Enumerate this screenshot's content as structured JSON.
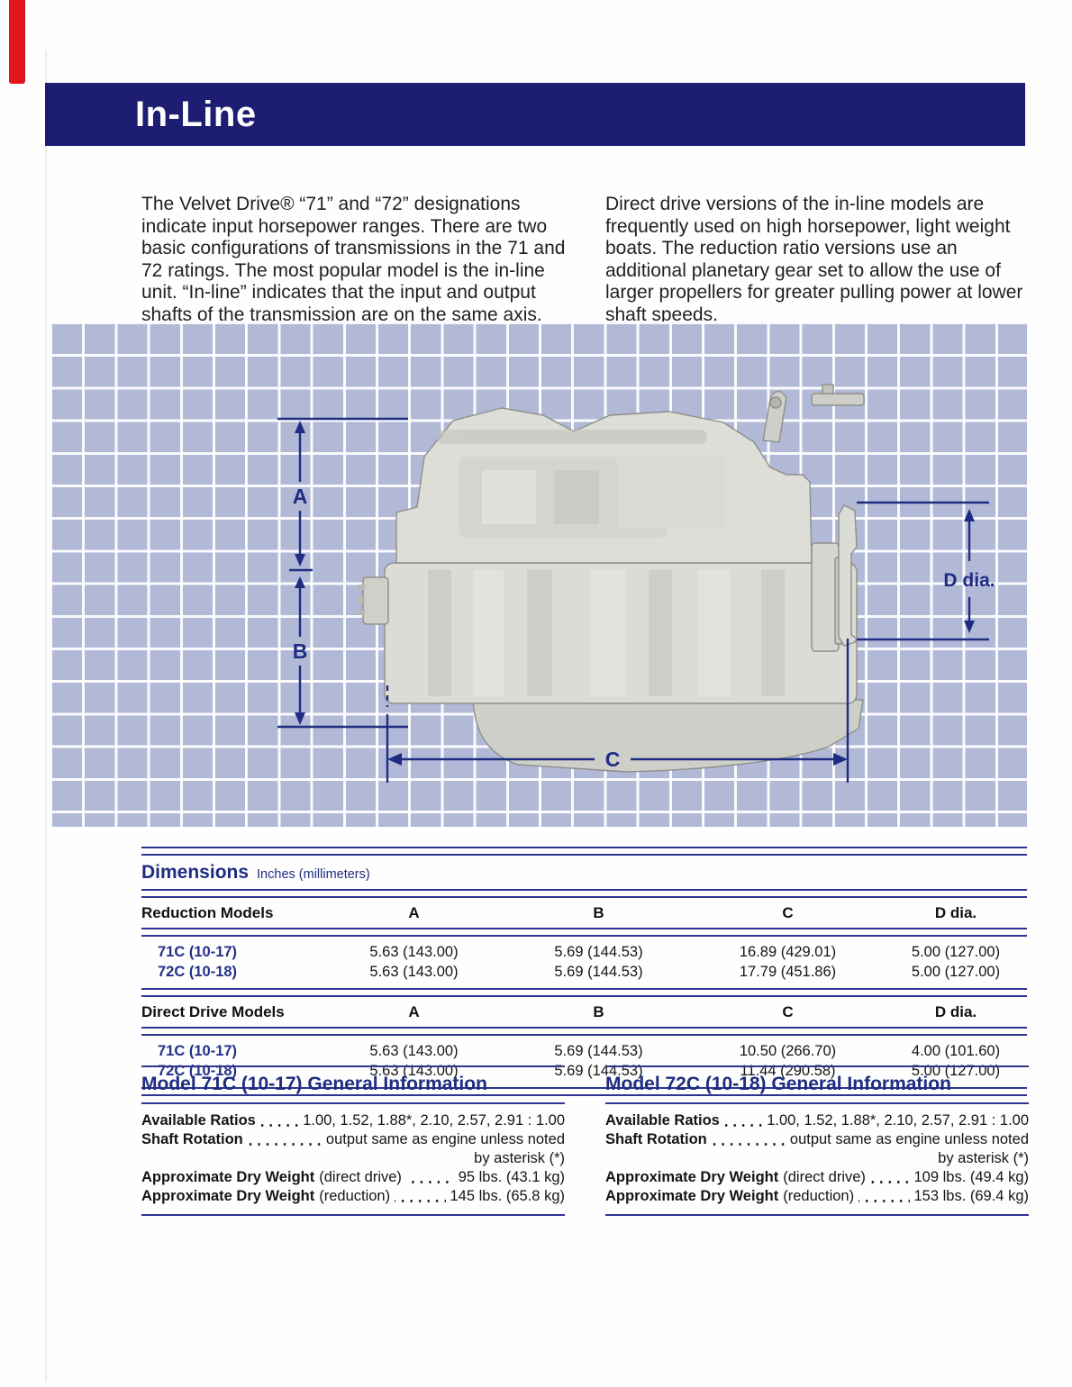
{
  "header": {
    "title": "In-Line"
  },
  "intro": {
    "left": "The Velvet Drive® “71” and “72” designations indicate input horsepower ranges. There are two basic configurations of transmissions in the 71 and 72 ratings. The most popular model is the in-line unit. “In-line” indicates that the input and output shafts of the transmission are on the same axis.",
    "right": "Direct drive versions of the in-line models are frequently used on high horsepower, light weight boats. The reduction ratio versions use an additional planetary gear set to allow the use of larger propellers for greater pulling power at lower shaft speeds."
  },
  "diagram": {
    "label_a": "A",
    "label_b": "B",
    "label_c": "C",
    "label_d": "D dia."
  },
  "dimensions": {
    "title": "Dimensions",
    "subtitle": "Inches (millimeters)",
    "sections": [
      {
        "header": "Reduction Models",
        "col_a": "A",
        "col_b": "B",
        "col_c": "C",
        "col_d": "D dia.",
        "rows": [
          {
            "model": "71C (10-17)",
            "a": "5.63 (143.00)",
            "b": "5.69 (144.53)",
            "c": "16.89 (429.01)",
            "d": "5.00 (127.00)"
          },
          {
            "model": "72C (10-18)",
            "a": "5.63 (143.00)",
            "b": "5.69 (144.53)",
            "c": "17.79 (451.86)",
            "d": "5.00 (127.00)"
          }
        ]
      },
      {
        "header": "Direct Drive Models",
        "col_a": "A",
        "col_b": "B",
        "col_c": "C",
        "col_d": "D dia.",
        "rows": [
          {
            "model": "71C (10-17)",
            "a": "5.63 (143.00)",
            "b": "5.69 (144.53)",
            "c": "10.50 (266.70)",
            "d": "4.00 (101.60)"
          },
          {
            "model": "72C (10-18)",
            "a": "5.63 (143.00)",
            "b": "5.69 (144.53)",
            "c": "11.44 (290.58)",
            "d": "5.00 (127.00)"
          }
        ]
      }
    ]
  },
  "info": [
    {
      "title": "Model 71C (10-17) General Information",
      "ratios_label": "Available Ratios",
      "ratios_value": "1.00, 1.52, 1.88*, 2.10, 2.57, 2.91 : 1.00",
      "rotation_label": "Shaft Rotation",
      "rotation_value": "output same as engine unless noted",
      "rotation_value2": "by asterisk (*)",
      "weight_dd_label": "Approximate Dry Weight",
      "weight_dd_qualifier": "(direct drive)",
      "weight_dd_value": "95 lbs. (43.1 kg)",
      "weight_r_label": "Approximate Dry Weight",
      "weight_r_qualifier": "(reduction)",
      "weight_r_value": "145 lbs. (65.8 kg)"
    },
    {
      "title": "Model 72C (10-18) General Information",
      "ratios_label": "Available Ratios",
      "ratios_value": "1.00, 1.52, 1.88*, 2.10, 2.57, 2.91 : 1.00",
      "rotation_label": "Shaft Rotation",
      "rotation_value": "output same as engine unless noted",
      "rotation_value2": "by asterisk (*)",
      "weight_dd_label": "Approximate Dry Weight",
      "weight_dd_qualifier": "(direct drive)",
      "weight_dd_value": "109 lbs. (49.4 kg)",
      "weight_r_label": "Approximate Dry Weight",
      "weight_r_qualifier": "(reduction)",
      "weight_r_value": "153 lbs. (69.4 kg)"
    }
  ],
  "colors": {
    "band_navy": "#1d1d72",
    "dimension_navy": "#1e2c82",
    "rule_navy": "#2c3590",
    "grid_lavender": "#b2b9d7",
    "corner_red": "#e0161d"
  }
}
